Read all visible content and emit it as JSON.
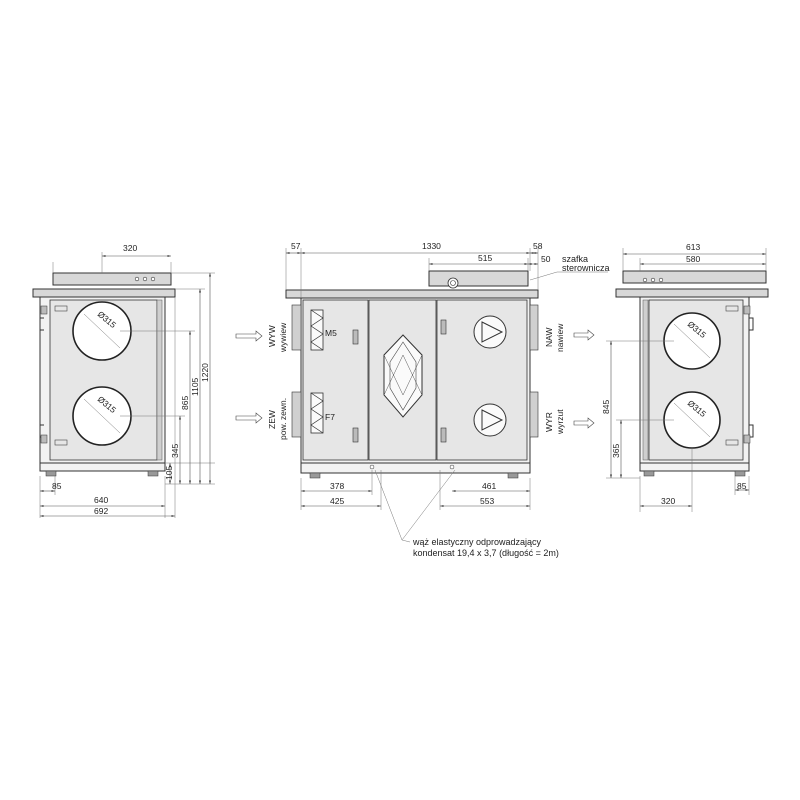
{
  "views": {
    "left": {
      "dims": {
        "top_width": "320",
        "w640": "640",
        "w692": "692",
        "left85": "85",
        "h105": "105",
        "h345": "345",
        "h865": "865",
        "h1105": "1105",
        "h1220": "1220"
      },
      "circle_labels": [
        "Ø315",
        "Ø315"
      ]
    },
    "middle": {
      "dims": {
        "d57": "57",
        "d1330": "1330",
        "d58": "58",
        "d515": "515",
        "d50": "50",
        "d378": "378",
        "d425": "425",
        "d461": "461",
        "d553": "553"
      },
      "control_box_label": [
        "szafka",
        "sterownicza"
      ],
      "filter_m5": "M5",
      "filter_f7": "F7",
      "inlets": {
        "wyw_code": "WYW",
        "wyw_name": "wywiew",
        "zew_code": "ZEW",
        "zew_name": "pow. zewn.",
        "naw_code": "NAW",
        "naw_name": "nawiew",
        "wyr_code": "WYR",
        "wyr_name": "wyrzut"
      },
      "hose_note": [
        "wąż elastyczny odprowadzający",
        "kondensat 19,4 x 3,7 (długość = 2m)"
      ]
    },
    "right": {
      "dims": {
        "d613": "613",
        "d580": "580",
        "h845": "845",
        "h365": "365",
        "w320": "320",
        "d85": "85"
      },
      "circle_labels": [
        "Ø315",
        "Ø315"
      ]
    }
  }
}
